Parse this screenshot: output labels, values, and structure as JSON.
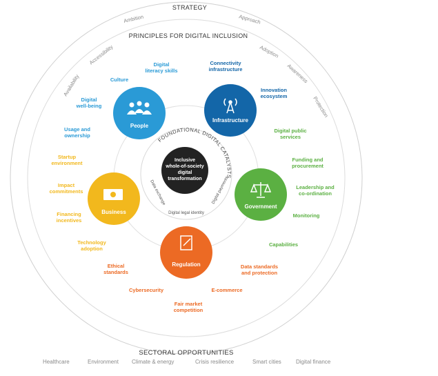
{
  "title": "STRATEGY",
  "principles_title": "PRINCIPLES FOR DIGITAL INCLUSION",
  "strategy_ring": [
    "Ambition",
    "Approach",
    "Adoption",
    "Awareness",
    "Protection",
    "Accessibility",
    "Availability"
  ],
  "foundational_title": "FOUNDATIONAL DIGITAL CATALYSTS",
  "core": [
    "Inclusive",
    "whole-of-society",
    "digital",
    "transformation"
  ],
  "catalysts": [
    "Data exchange",
    "Digital legal identity",
    "Digital payments"
  ],
  "pillars": {
    "people": "People",
    "infrastructure": "Infrastructure",
    "government": "Government",
    "regulation": "Regulation",
    "business": "Business"
  },
  "colors": {
    "people": "#2a9ad6",
    "infrastructure": "#1366a8",
    "government": "#5bb042",
    "regulation": "#ec6a24",
    "business": "#f2b81d",
    "core": "#222222"
  },
  "labels": {
    "people": [
      [
        "Digital",
        "literacy skills"
      ],
      [
        "Culture"
      ],
      [
        "Digital",
        "well-being"
      ],
      [
        "Usage and",
        "ownership"
      ]
    ],
    "infrastructure": [
      [
        "Connectivity",
        "infrastructure"
      ],
      [
        "Innovation",
        "ecosystem"
      ]
    ],
    "government": [
      [
        "Digital public",
        "services"
      ],
      [
        "Funding and",
        "procurement"
      ],
      [
        "Leadership and",
        "co-ordination"
      ],
      [
        "Monitoring"
      ],
      [
        "Capabilities"
      ]
    ],
    "regulation": [
      [
        "Data standards",
        "and protection"
      ],
      [
        "E-commerce"
      ],
      [
        "Fair market",
        "competition"
      ],
      [
        "Cybersecurity"
      ],
      [
        "Ethical",
        "standards"
      ]
    ],
    "business": [
      [
        "Startup",
        "environment"
      ],
      [
        "Impact",
        "commitments"
      ],
      [
        "Financing",
        "incentives"
      ],
      [
        "Technology",
        "adoption"
      ]
    ]
  },
  "sectoral_title": "SECTORAL OPPORTUNITIES",
  "sectors": [
    "Healthcare",
    "Environment",
    "Climate & energy",
    "Crisis resilience",
    "Smart cities",
    "Digital finance"
  ]
}
